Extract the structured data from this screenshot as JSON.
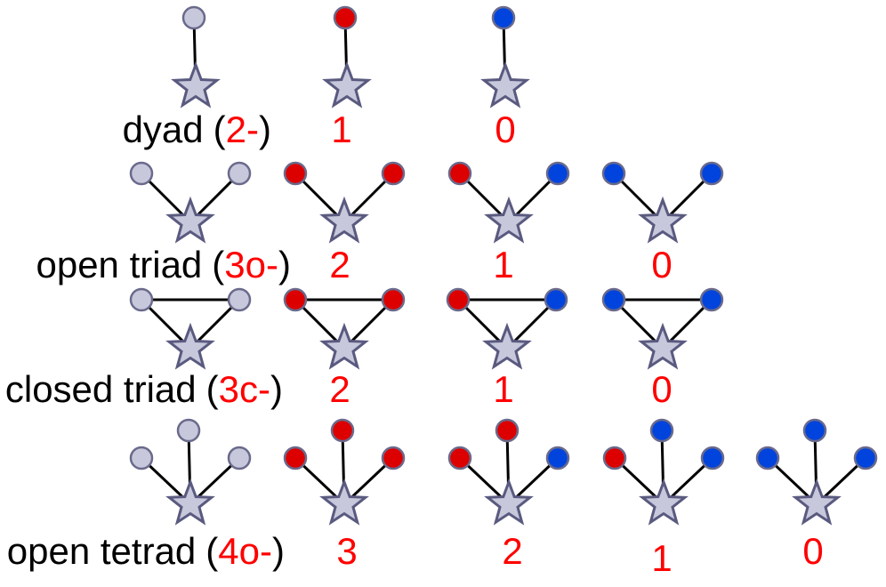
{
  "colors": {
    "red_node": "#dd0000",
    "blue_node": "#0044dd",
    "neutral_node": "#c8c8dc",
    "node_outline": "#6a6a8c",
    "star_fill": "#c8c8dc",
    "star_outline": "#5a5a80",
    "edge": "#000000",
    "label_text": "#000000",
    "label_code": "#ff0000",
    "count_text": "#ff0000"
  },
  "rows": [
    {
      "id": "dyad",
      "label": {
        "name": "dyad",
        "open": "(",
        "code": "2-",
        "close": ")"
      },
      "shape": "dyad",
      "graphs": [
        {
          "nodes": [
            "neutral"
          ],
          "count": ""
        },
        {
          "nodes": [
            "red"
          ],
          "count": "1"
        },
        {
          "nodes": [
            "blue"
          ],
          "count": "0"
        }
      ]
    },
    {
      "id": "open-triad",
      "label": {
        "name": "open triad",
        "open": "(",
        "code": "3o-",
        "close": ")"
      },
      "shape": "open-triad",
      "graphs": [
        {
          "nodes": [
            "neutral",
            "neutral"
          ],
          "count": ""
        },
        {
          "nodes": [
            "red",
            "red"
          ],
          "count": "2"
        },
        {
          "nodes": [
            "red",
            "blue"
          ],
          "count": "1"
        },
        {
          "nodes": [
            "blue",
            "blue"
          ],
          "count": "0"
        }
      ]
    },
    {
      "id": "closed-triad",
      "label": {
        "name": "closed triad",
        "open": "(",
        "code": "3c-",
        "close": ")"
      },
      "shape": "closed-triad",
      "graphs": [
        {
          "nodes": [
            "neutral",
            "neutral"
          ],
          "count": ""
        },
        {
          "nodes": [
            "red",
            "red"
          ],
          "count": "2"
        },
        {
          "nodes": [
            "red",
            "blue"
          ],
          "count": "1"
        },
        {
          "nodes": [
            "blue",
            "blue"
          ],
          "count": "0"
        }
      ]
    },
    {
      "id": "open-tetrad",
      "label": {
        "name": "open tetrad",
        "open": "(",
        "code": "4o-",
        "close": ")"
      },
      "shape": "open-tetrad",
      "graphs": [
        {
          "nodes": [
            "neutral",
            "neutral",
            "neutral"
          ],
          "count": ""
        },
        {
          "nodes": [
            "red",
            "red",
            "red"
          ],
          "count": "3"
        },
        {
          "nodes": [
            "red",
            "red",
            "blue"
          ],
          "count": "2"
        },
        {
          "nodes": [
            "red",
            "blue",
            "blue"
          ],
          "count": "1"
        },
        {
          "nodes": [
            "blue",
            "blue",
            "blue"
          ],
          "count": "0"
        }
      ]
    }
  ]
}
